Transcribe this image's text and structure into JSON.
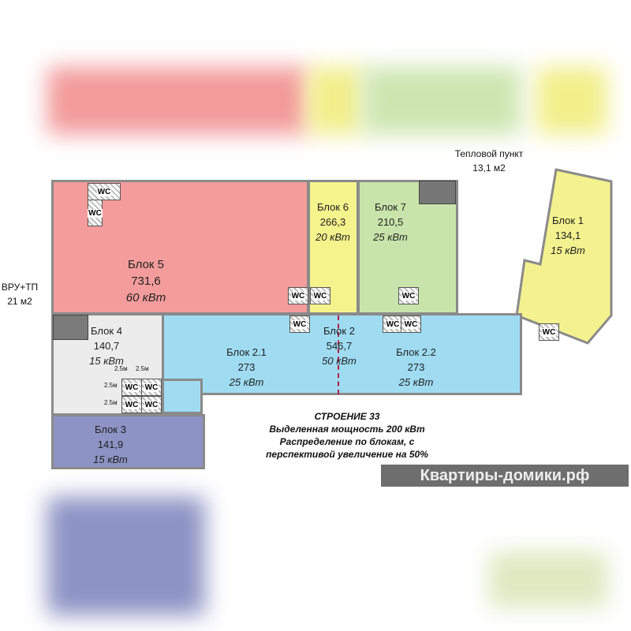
{
  "blocks": [
    {
      "name": "Блок 5",
      "area": "731,6",
      "power": "60 кВт",
      "color": "#f49c9c"
    },
    {
      "name": "Блок 6",
      "area": "266,3",
      "power": "20 кВт",
      "color": "#f5f38c"
    },
    {
      "name": "Блок 7",
      "area": "210,5",
      "power": "25 кВт",
      "color": "#c9e4ab"
    },
    {
      "name": "Блок 1",
      "area": "134,1",
      "power": "15 кВт",
      "color": "#f3f28e"
    },
    {
      "name": "Блок 4",
      "area": "140,7",
      "power": "15 кВт",
      "color": "#ececec"
    },
    {
      "name": "Блок 2",
      "area": "546,7",
      "power": "50 кВт",
      "color": "#9fdcf2"
    },
    {
      "name": "Блок 2.1",
      "area": "273",
      "power": "25 кВт"
    },
    {
      "name": "Блок 2.2",
      "area": "273",
      "power": "25 кВт"
    },
    {
      "name": "Блок 3",
      "area": "141,9",
      "power": "15 кВт",
      "color": "#8d93c4"
    }
  ],
  "notes": {
    "heat_title": "Тепловой пункт",
    "heat_area": "13,1 м2",
    "vru_title": "ВРУ+ТП",
    "vru_area": "21 м2",
    "wc": "WC",
    "dim1": "2.5м",
    "dim2": "2.5м",
    "dim3": "2.5м",
    "dim4": "2.5м"
  },
  "caption": {
    "line1": "СТРОЕНИЕ 33",
    "line2": "Выделенная мощность 200 кВт",
    "line3": "Распределение по блокам, с",
    "line4": "перспективой увеличение на 50%"
  },
  "watermark": "Квартиры-домики.рф"
}
